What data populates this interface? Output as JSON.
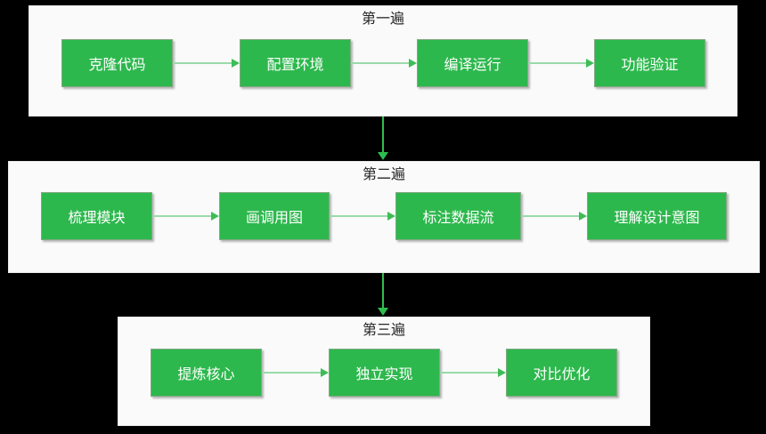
{
  "colors": {
    "canvas_bg": "#000000",
    "panel_bg": "#FAFAFA",
    "panel_border": "#E8E8E8",
    "title_text": "#262626",
    "node_fill": "#2DB84D",
    "node_border": "#84A884",
    "node_text": "#FFFFFF",
    "link_line": "#9ADBA9",
    "link_arrow": "#3EBD57",
    "flow_arrow": "#2EBD4E"
  },
  "diagram": {
    "panels": [
      {
        "title": "第一遍",
        "nodes": [
          {
            "label": "克隆代码"
          },
          {
            "label": "配置环境"
          },
          {
            "label": "编译运行"
          },
          {
            "label": "功能验证"
          }
        ]
      },
      {
        "title": "第二遍",
        "nodes": [
          {
            "label": "梳理模块"
          },
          {
            "label": "画调用图"
          },
          {
            "label": "标注数据流"
          },
          {
            "label": "理解设计意图"
          }
        ]
      },
      {
        "title": "第三遍",
        "nodes": [
          {
            "label": "提炼核心"
          },
          {
            "label": "独立实现"
          },
          {
            "label": "对比优化"
          }
        ]
      }
    ]
  }
}
